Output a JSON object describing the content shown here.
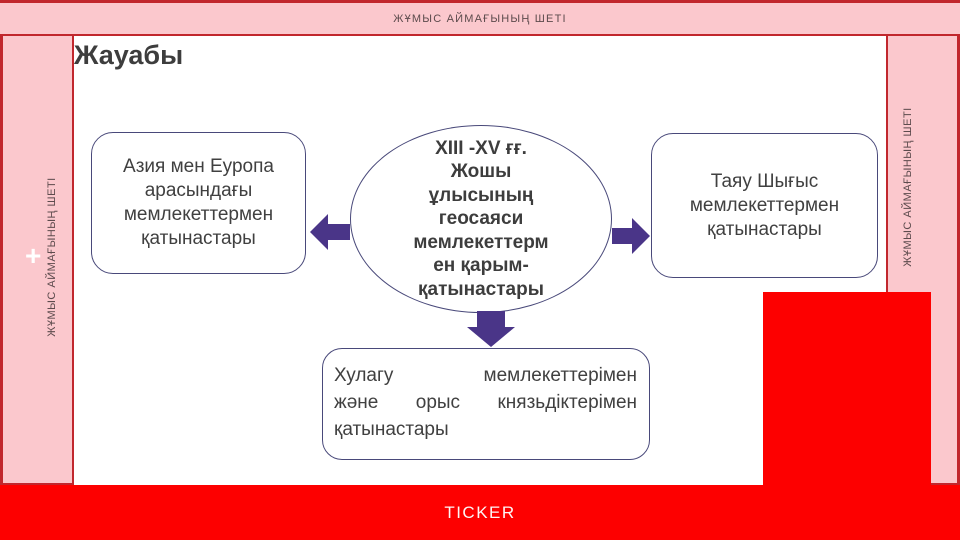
{
  "frame": {
    "edge_label": "ЖҰМЫС АЙМАҒЫНЫҢ ШЕТІ",
    "plus_sign": "+",
    "ticker_label": "TICKER"
  },
  "slide": {
    "title": "Жауабы",
    "left_box": {
      "lines": [
        "Азия мен Еуропа",
        "арасындағы",
        "мемлекеттермен",
        "қатынастары"
      ]
    },
    "center_ellipse": {
      "lines": [
        "XIII -XV ғғ.",
        "Жошы",
        "ұлысының",
        "геосаяси",
        "мемлекеттерм",
        "ен қарым-",
        "қатынастары"
      ]
    },
    "right_box": {
      "lines": [
        "Таяу Шығыс",
        "мемлекеттермен",
        "қатынастары"
      ]
    },
    "bottom_box": {
      "lines": [
        "Хулагу мемлекеттерімен",
        "және орыс князьдіктерімен",
        "қатынастары"
      ]
    }
  },
  "colors": {
    "edge_pink": "#fbc8cd",
    "frame_border_red": "#c1272d",
    "bright_red": "#fd0000",
    "arrow_purple": "#4a3588",
    "shape_border": "#49497a",
    "text_dark": "#404040"
  }
}
